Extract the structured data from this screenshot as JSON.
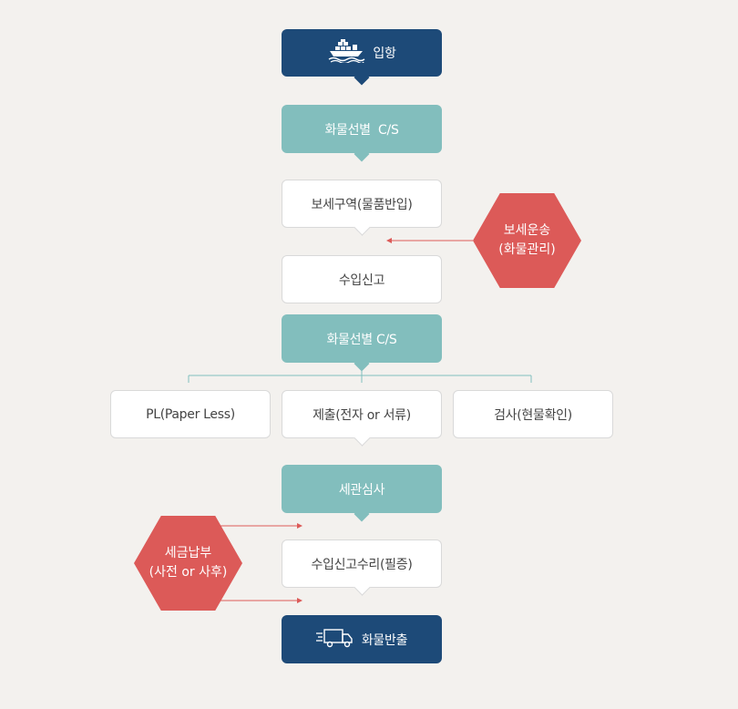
{
  "steps": {
    "arrival": "입항",
    "selection1": "화물선별  C/S",
    "bonded_area": "보세구역(물품반입)",
    "declaration": "수입신고",
    "selection2": "화물선별 C/S",
    "paperless": "PL(Paper Less)",
    "submission": "제출(전자 or 서류)",
    "inspection": "검사(현물확인)",
    "customs_review": "세관심사",
    "acceptance": "수입신고수리(필증)",
    "release": "화물반출"
  },
  "side": {
    "bonded_transport_line1": "보세운송",
    "bonded_transport_line2": "(화물관리)",
    "tax_payment_line1": "세금납부",
    "tax_payment_line2": "(사전 or 사후)"
  },
  "colors": {
    "navy": "#1d4a78",
    "teal": "#82bebd",
    "red": "#dc5a58",
    "background": "#f3f1ee"
  },
  "icons": {
    "arrival": "ship-icon",
    "release": "truck-icon"
  }
}
